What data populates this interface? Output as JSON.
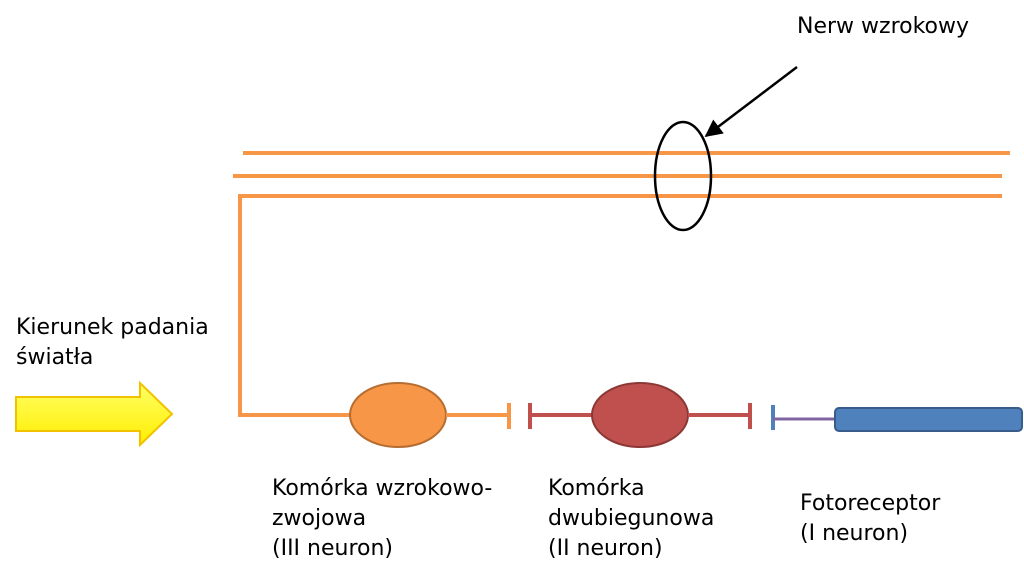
{
  "labels": {
    "optic_nerve": "Nerw wzrokowy",
    "light_direction_line1": "Kierunek padania",
    "light_direction_line2": "światła",
    "ganglion_line1": "Komórka wzrokowo-",
    "ganglion_line2": "zwojowa",
    "ganglion_line3": "(III neuron)",
    "bipolar_line1": "Komórka",
    "bipolar_line2": "dwubiegunowa",
    "bipolar_line3": "(II neuron)",
    "photoreceptor_line1": "Fotoreceptor",
    "photoreceptor_line2": "(I neuron)"
  },
  "colors": {
    "axon": "#F79646",
    "ganglion_fill": "#F79646",
    "ganglion_stroke": "#B66D31",
    "bipolar_fill": "#C0504D",
    "bipolar_stroke": "#8C3836",
    "bipolar_line": "#C0504D",
    "photoreceptor_fill": "#4F81BD",
    "photoreceptor_stroke": "#385D8A",
    "photoreceptor_connector": "#8064A2",
    "photoreceptor_terminal": "#4F81BD",
    "arrow_fill": "#FFFF00",
    "arrow_stroke": "#F2C200",
    "ellipse_stroke": "#000000"
  }
}
